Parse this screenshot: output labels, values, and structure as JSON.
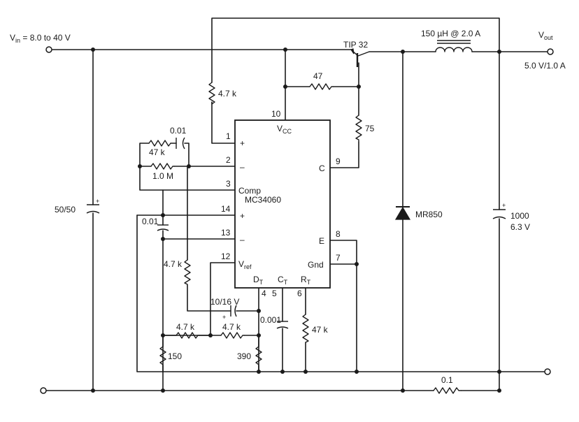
{
  "labels": {
    "vin": "V",
    "vin_sub": "in",
    "vin_range": " = 8.0 to 40 V",
    "vout": "V",
    "vout_sub": "out",
    "vout_spec": "5.0 V/1.0 A",
    "transistor": "TIP 32",
    "inductor": "150 µH @ 2.0 A",
    "diode": "MR850",
    "ic": "MC34060",
    "r_4k7_top": "4.7 k",
    "r_47_base": "47",
    "r_75": "75",
    "c_001_fb": "0.01",
    "r_47k_fb": "47 k",
    "r_1m": "1.0 M",
    "c_50_50": "50/50",
    "c_1000": "1000",
    "c_1000_v": "6.3 V",
    "c_001_ni": "0.01",
    "r_4k7_mid": "4.7 k",
    "c_10_16": "10/16 V",
    "r_4k7_b1": "4.7 k",
    "r_4k7_b2": "4.7 k",
    "r_150": "150",
    "r_390": "390",
    "c_0001": "0.001",
    "r_47k_rt": "47 k",
    "r_01": "0.1",
    "plus": "+"
  },
  "pins": {
    "p1": "1",
    "p2": "2",
    "p3": "3",
    "p14": "14",
    "p13": "13",
    "p12": "12",
    "p10": "10",
    "p9": "9",
    "p8": "8",
    "p7": "7",
    "p4": "4",
    "p5": "5",
    "p6": "6",
    "in_plus_1": "+",
    "in_minus_2": "–",
    "comp": "Comp",
    "in_plus_14": "+",
    "in_minus_13": "–",
    "vref": "V",
    "vref_sub": "ref",
    "vcc": "V",
    "vcc_sub": "CC",
    "c_pin": "C",
    "e_pin": "E",
    "gnd": "Gnd",
    "dt": "D",
    "dt_sub": "T",
    "ct": "C",
    "ct_sub": "T",
    "rt": "R",
    "rt_sub": "T"
  }
}
